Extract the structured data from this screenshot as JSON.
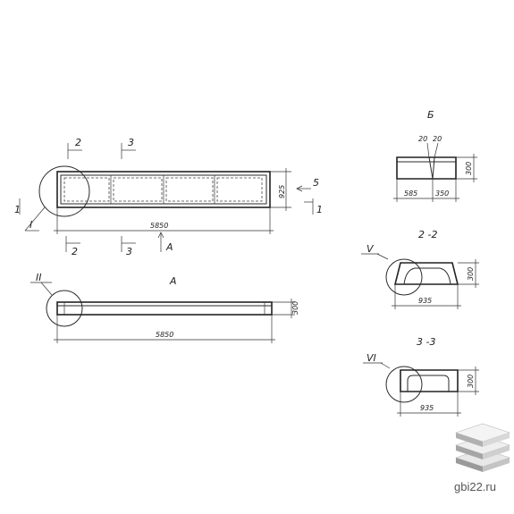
{
  "plan": {
    "section_marks": [
      "2",
      "3",
      "2",
      "3"
    ],
    "side_marks": [
      "1",
      "1",
      "5"
    ],
    "node_mark": "I",
    "view_mark": "A",
    "length": "5850",
    "width": "925"
  },
  "side_view": {
    "title": "А",
    "node_mark": "II",
    "length": "5850",
    "height": "300"
  },
  "view_b": {
    "title": "Б",
    "top_dims": [
      "20",
      "20"
    ],
    "left_dim": "585",
    "right_dim": "350",
    "height": "300"
  },
  "section_2": {
    "title": "2 -2",
    "node_mark": "V",
    "width": "935",
    "height": "300"
  },
  "section_3": {
    "title": "3 -3",
    "node_mark": "VI",
    "width": "935",
    "height": "300"
  },
  "logo": {
    "site": "gbi22.ru"
  }
}
